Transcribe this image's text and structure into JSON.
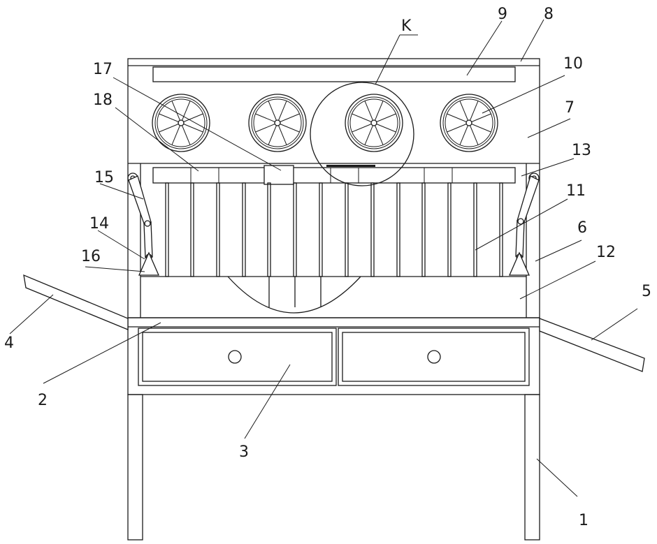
{
  "labels": {
    "l1": "1",
    "l2": "2",
    "l3": "3",
    "l4": "4",
    "l5": "5",
    "l6": "6",
    "l7": "7",
    "l8": "8",
    "l9": "9",
    "l10": "10",
    "l11": "11",
    "l12": "12",
    "l13": "13",
    "l14": "14",
    "l15": "15",
    "l16": "16",
    "l17": "17",
    "l18": "18",
    "lK": "K"
  },
  "colors": {
    "line": "#1a1a1a",
    "background": "#ffffff"
  }
}
